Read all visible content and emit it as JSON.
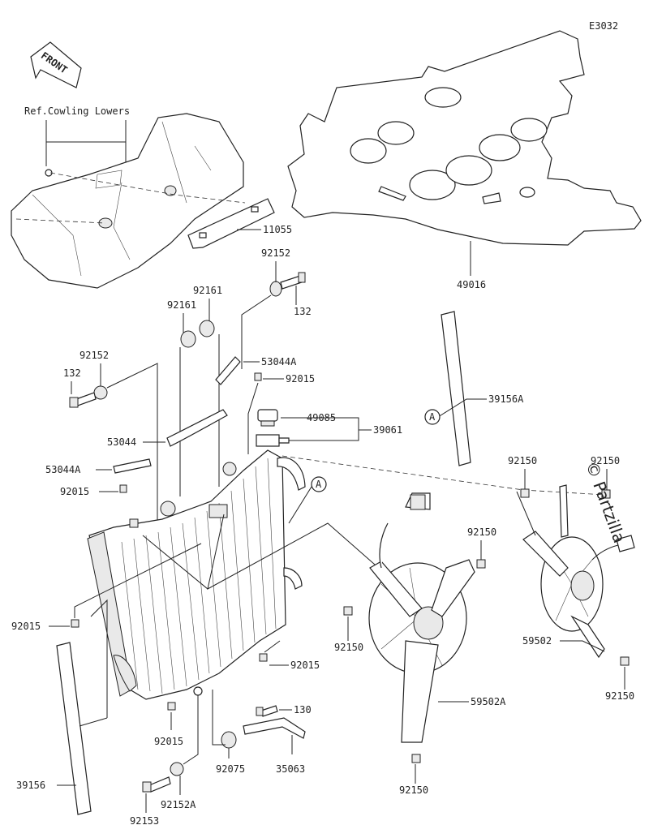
{
  "diagram_code": "E3032",
  "front_label": "FRONT",
  "ref_note": "Ref.Cowling Lowers",
  "watermark": "© Partzilla",
  "callout_letter": "A",
  "parts": {
    "p11055": "11055",
    "p49016": "49016",
    "p92152_top": "92152",
    "p132_top": "132",
    "p92161_a": "92161",
    "p92161_b": "92161",
    "p53044A_top": "53044A",
    "p92152_left": "92152",
    "p132_left": "132",
    "p92015_top": "92015",
    "p49085": "49085",
    "p39061": "39061",
    "p39156A": "39156A",
    "p53044": "53044",
    "p53044A_left": "53044A",
    "p92015_left": "92015",
    "p92150_a": "92150",
    "p92150_b": "92150",
    "p92150_c": "92150",
    "p92150_d": "92150",
    "p92150_e": "92150",
    "p92150_f": "92150",
    "p59502": "59502",
    "p59502A": "59502A",
    "p92015_mid": "92015",
    "p92015_right": "92015",
    "p92015_bottom": "92015",
    "p130": "130",
    "p92075": "92075",
    "p35063": "35063",
    "p39156": "39156",
    "p92153": "92153",
    "p92152A": "92152A"
  }
}
